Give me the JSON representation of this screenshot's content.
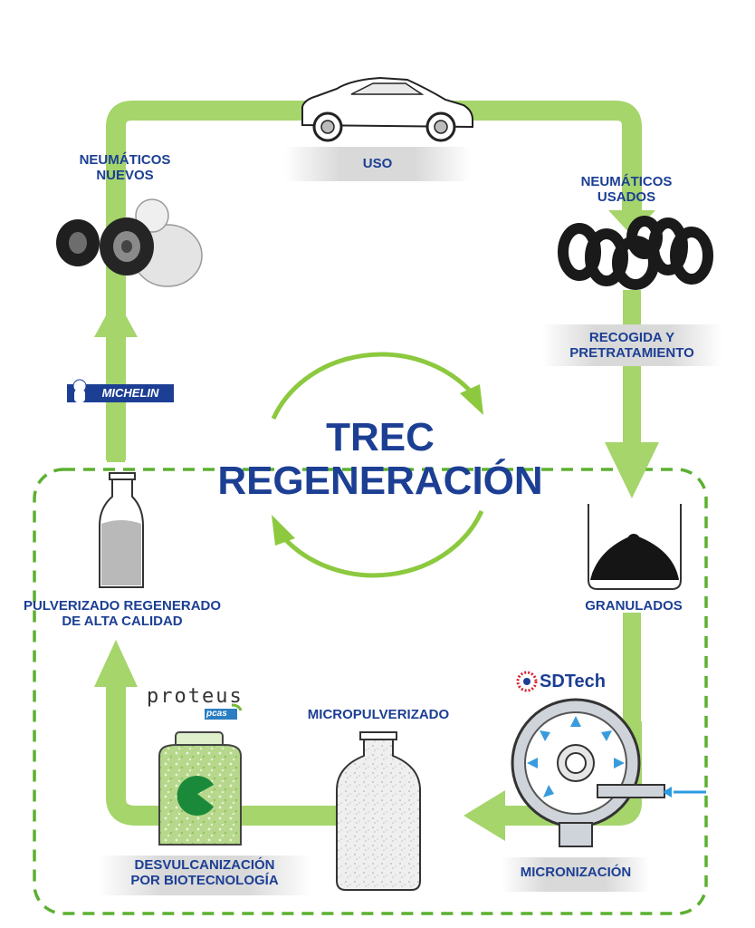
{
  "title": {
    "line1": "TREC",
    "line2": "REGENERACIÓN"
  },
  "stages": {
    "nuevos": "NEUMÁTICOS\nNUEVOS",
    "uso": "USO",
    "usados": "NEUMÁTICOS\nUSADOS",
    "recogida": "RECOGIDA Y\nPRETRATAMIENTO",
    "granulados": "GRANULADOS",
    "micronizacion": "MICRONIZACIÓN",
    "micropulverizado": "MICROPULVERIZADO",
    "desvulcanizacion": "DESVULCANIZACIÓN\nPOR BIOTECNOLOGÍA",
    "pulverizado": "PULVERIZADO REGENERADO\nDE ALTA CALIDAD"
  },
  "logos": {
    "michelin": "MICHELIN",
    "sdtech": "SDTech",
    "proteus": "proteus",
    "proteus_sub": "pcas"
  },
  "colors": {
    "arrow_green": "#a5d56b",
    "dashed_green": "#5cb030",
    "text_blue": "#1c3f94",
    "sdtech_red": "#d6202f"
  }
}
